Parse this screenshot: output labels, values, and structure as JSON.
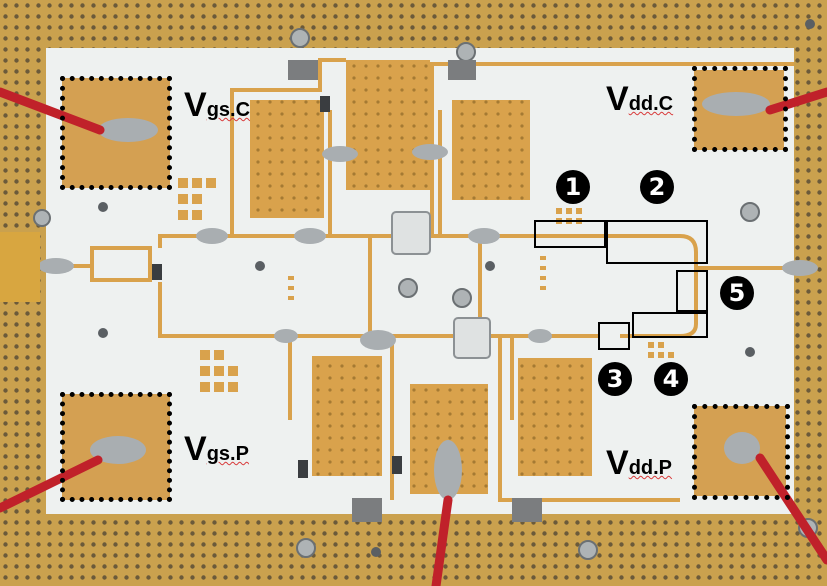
{
  "labels": {
    "vgs_c": {
      "main": "V",
      "sub": "gs.C"
    },
    "vdd_c": {
      "main": "V",
      "sub": "dd.C"
    },
    "vgs_p": {
      "main": "V",
      "sub": "gs.P"
    },
    "vdd_p": {
      "main": "V",
      "sub": "dd.P"
    }
  },
  "markers": [
    "1",
    "2",
    "3",
    "4",
    "5"
  ],
  "colors": {
    "board": "#eef1f0",
    "copper": "#d9a24c",
    "perfboard": "#c99a45",
    "wire": "#c0212a",
    "solder": "#9da3a6"
  }
}
